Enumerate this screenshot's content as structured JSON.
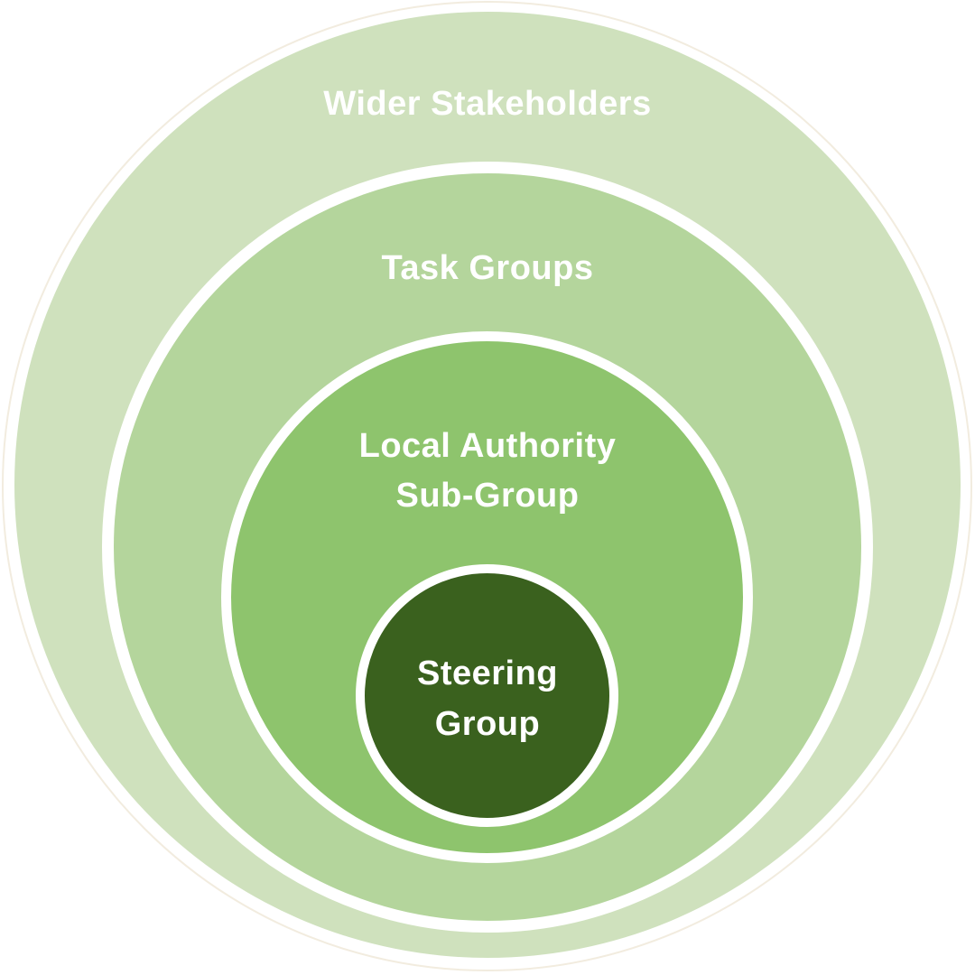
{
  "diagram": {
    "type": "concentric-circles",
    "background_color": "#ffffff",
    "ring_gap_color": "#ffffff",
    "outer_outline_color": "#f2ecdf",
    "text_color": "#ffffff",
    "rings": [
      {
        "id": "wider-stakeholders",
        "label_lines": [
          "Wider Stakeholders"
        ],
        "fill": "#cfe1bd"
      },
      {
        "id": "task-groups",
        "label_lines": [
          "Task Groups"
        ],
        "fill": "#b4d59c"
      },
      {
        "id": "local-authority-sub-group",
        "label_lines": [
          "Local Authority",
          "Sub-Group"
        ],
        "fill": "#8ec46d"
      },
      {
        "id": "steering-group",
        "label_lines": [
          "Steering",
          "Group"
        ],
        "fill": "#3a611e"
      }
    ]
  }
}
